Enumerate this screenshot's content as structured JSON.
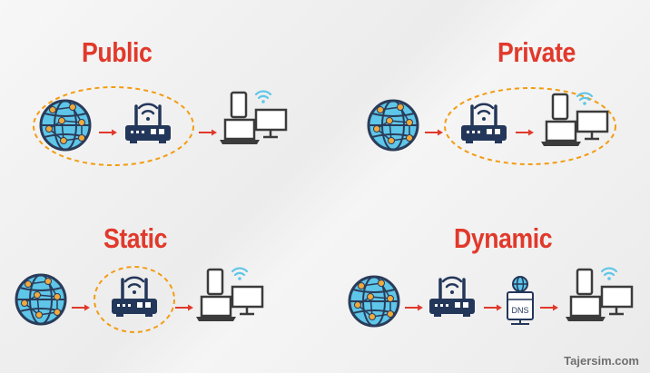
{
  "panels": [
    {
      "title": "Public"
    },
    {
      "title": "Private"
    },
    {
      "title": "Static"
    },
    {
      "title": "Dynamic"
    }
  ],
  "dns_label": "DNS",
  "watermark": "Tajersim.com",
  "colors": {
    "title": "#e1392b",
    "globe_fill": "#5ec6e8",
    "globe_stroke": "#2a3c5a",
    "node": "#f2a93b",
    "router": "#23375a",
    "arrow": "#e1392b",
    "dashed_ellipse": "#f39c12",
    "wifi_teal": "#5ec6e8"
  },
  "icons": [
    "globe-icon",
    "router-icon",
    "laptop-icon",
    "phone-icon",
    "monitor-icon",
    "wifi-icon",
    "dns-server-icon"
  ]
}
